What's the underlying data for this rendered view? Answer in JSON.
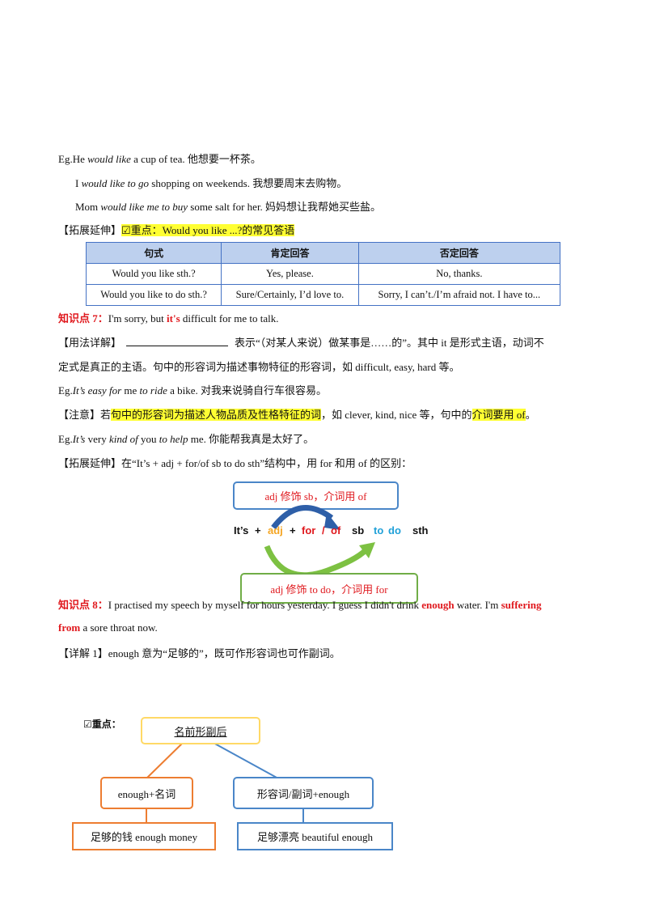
{
  "examples_top": {
    "line1": {
      "lead": "Eg.He ",
      "italic": "would like",
      "rest": " a cup of tea.  他想要一杯茶。"
    },
    "line2": {
      "lead": "I ",
      "italic": "would like to go",
      "rest": " shopping on weekends.  我想要周末去购物。"
    },
    "line3": {
      "lead": "Mom ",
      "italic": "would like me to buy",
      "rest": " some salt for her.  妈妈想让我帮她买些盐。"
    }
  },
  "extension1": {
    "label": "【拓展延伸】",
    "highlight": "☑重点：Would you like ...?的常见答语"
  },
  "answers_table": {
    "headers": [
      "句式",
      "肯定回答",
      "否定回答"
    ],
    "rows": [
      [
        "Would you like sth.?",
        "Yes, please.",
        "No, thanks."
      ],
      [
        "Would you like to do sth.?",
        "Sure/Certainly, I’d love to.",
        "Sorry, I can’t./I’m afraid not. I have to..."
      ]
    ]
  },
  "point7": {
    "label": "知识点 7：",
    "text_before": "I'm sorry, but ",
    "key": "it's",
    "text_after": " difficult for me to talk."
  },
  "usage": {
    "label": "【用法详解】",
    "line1": "表示“（对某人来说）做某事是……的”。其中 it 是形式主语，动词不",
    "line2": "定式是真正的主语。句中的形容词为描述事物特征的形容词，如 difficult, easy, hard 等。"
  },
  "example_easy": {
    "lead": "Eg.",
    "it1": "It’s easy for",
    "mid": " me ",
    "it2": "to ride",
    "rest": " a bike.  对我来说骑自行车很容易。"
  },
  "note": {
    "label": "【注意】若",
    "hl1": "句中的形容词为描述人物品质及性格特征的词",
    "mid": "，如 clever, kind, nice 等，句中的",
    "hl2": "介词要用 of",
    "end": "。"
  },
  "example_kind": {
    "lead": "Eg.",
    "it1": "It’s",
    "w1": " very ",
    "it2": "kind",
    "w2": " ",
    "it3": "of",
    "w3": " you ",
    "it4": "to help",
    "rest": " me.  你能帮我真是太好了。"
  },
  "extension2": "【拓展延伸】在“It’s + adj + for/of sb to do sth”结构中，用 for 和用 of 的区别：",
  "diagram1": {
    "top_box": "adj 修饰 sb，介词用 of",
    "bottom_box": "adj 修饰 to do，介词用 for",
    "formula": {
      "its": "It’s",
      "plus1": "+",
      "adj": "adj",
      "plus2": "+",
      "for": "for",
      "slash": "/",
      "of": "of",
      "sb": "sb",
      "to": "to",
      "do": "do",
      "sth": "sth"
    },
    "colors": {
      "blue_arrow": "#2e5fa8",
      "green_arrow": "#7dc142",
      "orange": "#f5a623",
      "red": "#e0191e",
      "cyan": "#20a0d8"
    }
  },
  "point8": {
    "label": "知识点 8：",
    "t1": "I practised my speech by myself for hours yesterday. I guess I didn't drink ",
    "k1": "enough",
    "t2": " water. I'm ",
    "k2": "suffering",
    "k3": "from",
    "t3": " a sore throat now."
  },
  "detail1": "【详解 1】enough 意为“足够的”，既可作形容词也可作副词。",
  "diagram2": {
    "key_label": "☑重点：",
    "root": "名前形副后",
    "left_mid": "enough+名词",
    "right_mid": "形容词/副词+enough",
    "left_leaf": "足够的钱  enough money",
    "right_leaf": "足够漂亮  beautiful  enough",
    "colors": {
      "orange": "#ed7d31",
      "blue": "#4a86c8",
      "yellow": "#ffd966"
    }
  }
}
